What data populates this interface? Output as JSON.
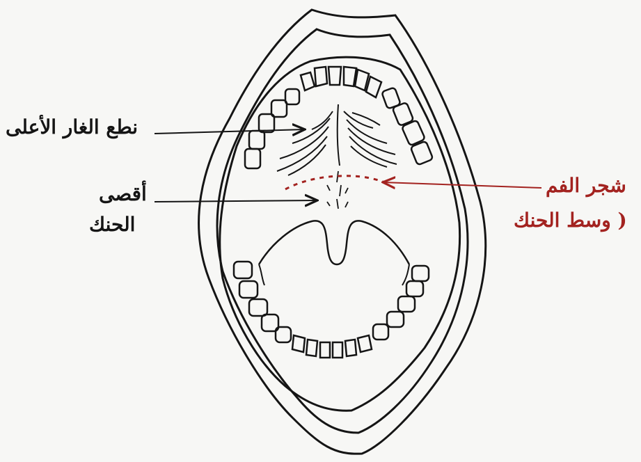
{
  "labels": {
    "upper_palate_region": "نطع الغار الأعلى",
    "back_of_palate_line1": "أقصى",
    "back_of_palate_line2": "الحنك",
    "mouth_tree_line1": "شجر الفم",
    "mouth_tree_line2": "( وسط الحنك"
  },
  "colors": {
    "ink": "#151515",
    "red_ink": "#a32320",
    "paper": "#f7f7f5"
  }
}
